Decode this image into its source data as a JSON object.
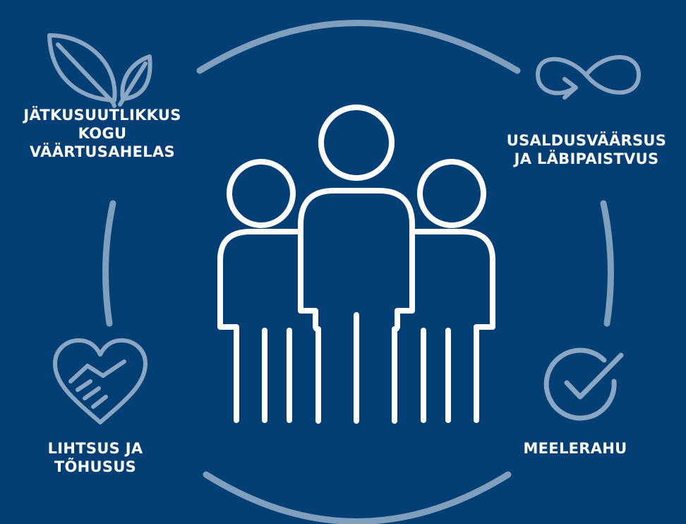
{
  "colors": {
    "background": "#033f74",
    "ring": "#7f9fbd",
    "icon": "#8aa6c2",
    "people": "#ffffff",
    "text": "#ffffff"
  },
  "values": [
    {
      "id": "sustainability",
      "icon": "leaf-icon",
      "label": "JÄTKUSUUTLIKKUS\nKOGU\nVÄÄRTUSAHELAS"
    },
    {
      "id": "trust",
      "icon": "infinity-arrow-icon",
      "label": "USALDUSVÄÄRSUS\nJA LÄBIPAISTVUS"
    },
    {
      "id": "simplicity",
      "icon": "heart-handshake-icon",
      "label": "LIHTSUS JA\nTÕHUSUS"
    },
    {
      "id": "peace",
      "icon": "check-circle-icon",
      "label": "MEELERAHU"
    }
  ],
  "center": {
    "icon": "people-group-icon"
  }
}
